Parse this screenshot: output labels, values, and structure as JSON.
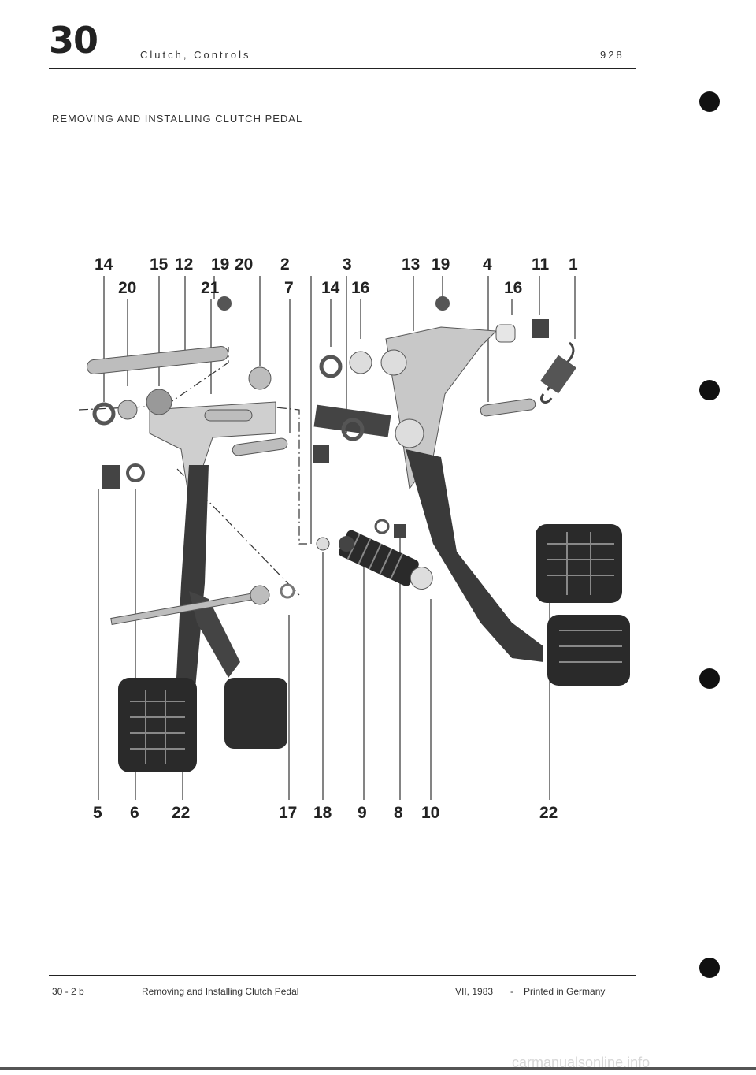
{
  "header": {
    "section_number": "30",
    "section_title": "Clutch, Controls",
    "model": "928"
  },
  "heading": "REMOVING AND INSTALLING CLUTCH PEDAL",
  "figure": {
    "top_labels_row1": [
      "14",
      "15",
      "12",
      "19",
      "20",
      "2",
      "3",
      "13",
      "19",
      "4",
      "11",
      "1"
    ],
    "top_labels_row2": [
      "20",
      "21",
      "7",
      "14",
      "16",
      "16"
    ],
    "bottom_labels": [
      "5",
      "6",
      "22",
      "17",
      "18",
      "9",
      "8",
      "10",
      "22"
    ]
  },
  "footer": {
    "page_ref": "30 - 2 b",
    "title": "Removing and Installing Clutch Pedal",
    "date": "VII, 1983",
    "separator": "-",
    "printed": "Printed in Germany"
  },
  "watermark": "carmanualsonline.info",
  "colors": {
    "ink": "#222222",
    "pedal_dark": "#3a3a3a",
    "part_grey": "#bdbdbd"
  }
}
